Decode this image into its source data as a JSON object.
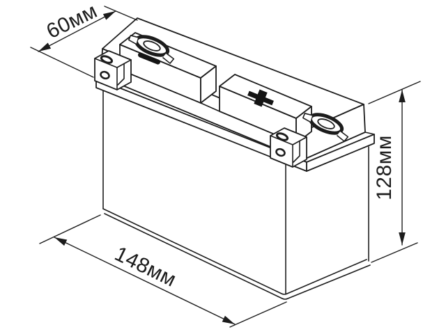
{
  "diagram": {
    "type": "battery-dimensional-drawing",
    "background": "#ffffff",
    "line_color": "#1c1c1c",
    "dimensions": {
      "depth": {
        "label": "60мм",
        "value": 60,
        "unit": "мм"
      },
      "length": {
        "label": "148мм",
        "value": 148,
        "unit": "мм"
      },
      "height": {
        "label": "128мм",
        "value": 128,
        "unit": "мм"
      }
    },
    "markings": {
      "negative": "−",
      "positive": "+"
    }
  }
}
